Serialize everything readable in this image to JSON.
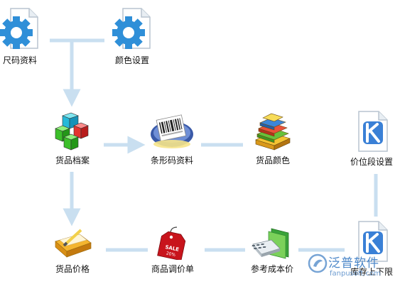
{
  "nodes": [
    {
      "id": "chima",
      "label": "尺码资料",
      "icon": "gear-document-icon"
    },
    {
      "id": "yanse-set",
      "label": "颜色设置",
      "icon": "gear-document-icon"
    },
    {
      "id": "archive",
      "label": "货品档案",
      "icon": "cubes-icon"
    },
    {
      "id": "barcode",
      "label": "条形码资料",
      "icon": "barcode-scanner-icon"
    },
    {
      "id": "color",
      "label": "货品颜色",
      "icon": "books-icon"
    },
    {
      "id": "pricelevel",
      "label": "价位段设置",
      "icon": "k-document-icon"
    },
    {
      "id": "price",
      "label": "货品价格",
      "icon": "folder-pencil-icon"
    },
    {
      "id": "adjust",
      "label": "商品调价单",
      "icon": "sale-tag-icon"
    },
    {
      "id": "cost",
      "label": "参考成本价",
      "icon": "calculator-folder-icon"
    },
    {
      "id": "stocklimit",
      "label": "库存上下限",
      "icon": "k-document-icon"
    }
  ],
  "edges": [
    {
      "from": "chima",
      "to": "archive",
      "arrow": true
    },
    {
      "from": "yanse-set",
      "to": "archive",
      "arrow": false
    },
    {
      "from": "archive",
      "to": "barcode",
      "arrow": true
    },
    {
      "from": "barcode",
      "to": "color",
      "arrow": false
    },
    {
      "from": "archive",
      "to": "price",
      "arrow": true
    },
    {
      "from": "price",
      "to": "adjust",
      "arrow": false
    },
    {
      "from": "adjust",
      "to": "cost",
      "arrow": false
    },
    {
      "from": "cost",
      "to": "stocklimit",
      "arrow": false
    },
    {
      "from": "pricelevel",
      "to": "stocklimit",
      "arrow": false
    }
  ],
  "watermark": {
    "text": "泛普软件",
    "url": "fanpusoft.com"
  },
  "colors": {
    "connector": "#c9dff0",
    "gear": "#2f8fd8",
    "accent": "#4a86c8"
  }
}
